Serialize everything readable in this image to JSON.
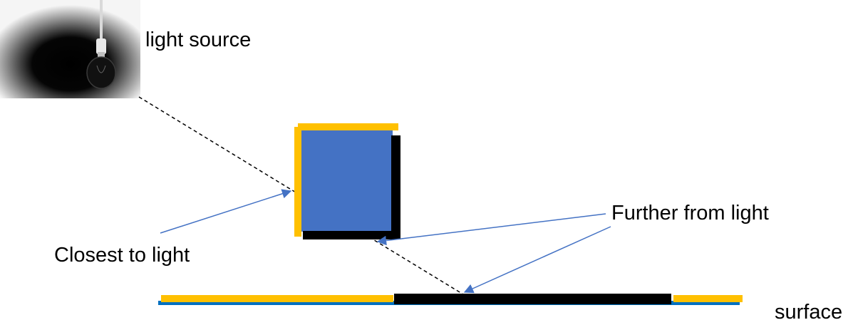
{
  "labels": {
    "light_source": "light source",
    "closest_to_light": "Closest to light",
    "further_from_light": "Further from light",
    "surface": "surface"
  },
  "icons": {
    "light": "light-bulb-icon"
  },
  "colors": {
    "cube_face": "#4472c4",
    "lit_edge": "#ffc000",
    "shadow_edge": "#000000",
    "surface_base": "#0070c0",
    "arrow": "#4472c4",
    "light_ray": "#000000"
  }
}
